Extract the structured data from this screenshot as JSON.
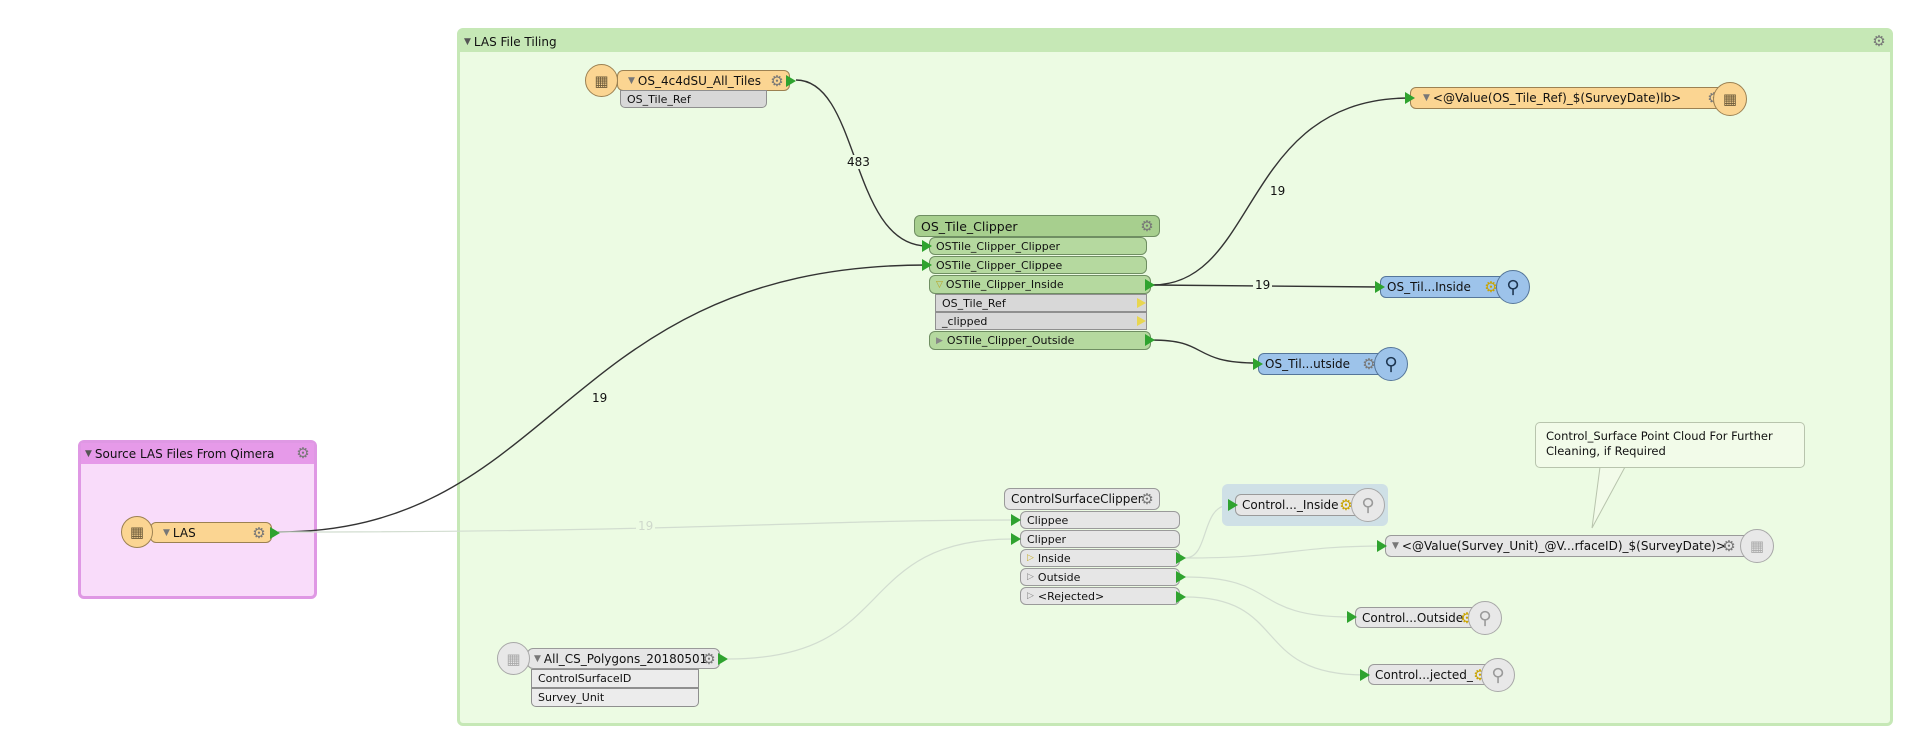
{
  "groups": {
    "las_file_tiling": {
      "title": "LAS File Tiling"
    },
    "source_las": {
      "title": "Source LAS Files From Qimera"
    }
  },
  "nodes": {
    "las_reader": {
      "name": "LAS"
    },
    "os_tiles_reader": {
      "name": "OS_4c4dSU_All_Tiles",
      "attributes": [
        "OS_Tile_Ref"
      ]
    },
    "os_tile_writer": {
      "name": "<@Value(OS_Tile_Ref)_$(SurveyDate)lb>"
    },
    "os_tile_clipper": {
      "name": "OS_Tile_Clipper",
      "inputs": [
        "OSTile_Clipper_Clipper",
        "OSTile_Clipper_Clippee"
      ],
      "outputs": [
        "OSTile_Clipper_Inside",
        "OSTile_Clipper_Outside"
      ],
      "inside_attributes": [
        "OS_Tile_Ref",
        "_clipped"
      ]
    },
    "os_inspector_inside": {
      "name": "OS_Til...Inside"
    },
    "os_inspector_outside": {
      "name": "OS_Til...utside"
    },
    "cs_clipper": {
      "name": "ControlSurfaceClipper",
      "inputs": [
        "Clippee",
        "Clipper"
      ],
      "outputs": [
        "Inside",
        "Outside",
        "<Rejected>"
      ]
    },
    "cs_inspector_inside": {
      "name": "Control..._Inside"
    },
    "cs_writer": {
      "name": "<@Value(Survey_Unit)_@V...rfaceID)_$(SurveyDate)>"
    },
    "cs_inspector_outside": {
      "name": "Control...Outside"
    },
    "cs_inspector_rejected": {
      "name": "Control...jected_"
    },
    "cs_polygons_reader": {
      "name": "All_CS_Polygons_20180501",
      "attributes": [
        "ControlSurfaceID",
        "Survey_Unit"
      ]
    }
  },
  "connections": {
    "tiles_to_clipper_count": "483",
    "las_to_clipper_count": "19",
    "clipper_to_writer_count": "19",
    "clipper_to_inspector_count": "19",
    "las_to_cs_count": "19"
  },
  "annotation": {
    "text": "Control_Surface Point Cloud For Further Cleaning, if Required"
  },
  "colors": {
    "group_green": "#c6e8b6",
    "group_pink": "#e69ae9",
    "reader_writer": "#fbd592",
    "transformer": "#b5d99f",
    "inspector": "#9dc3ea",
    "disabled": "#e6e6e6",
    "port": "#2fa32f"
  }
}
